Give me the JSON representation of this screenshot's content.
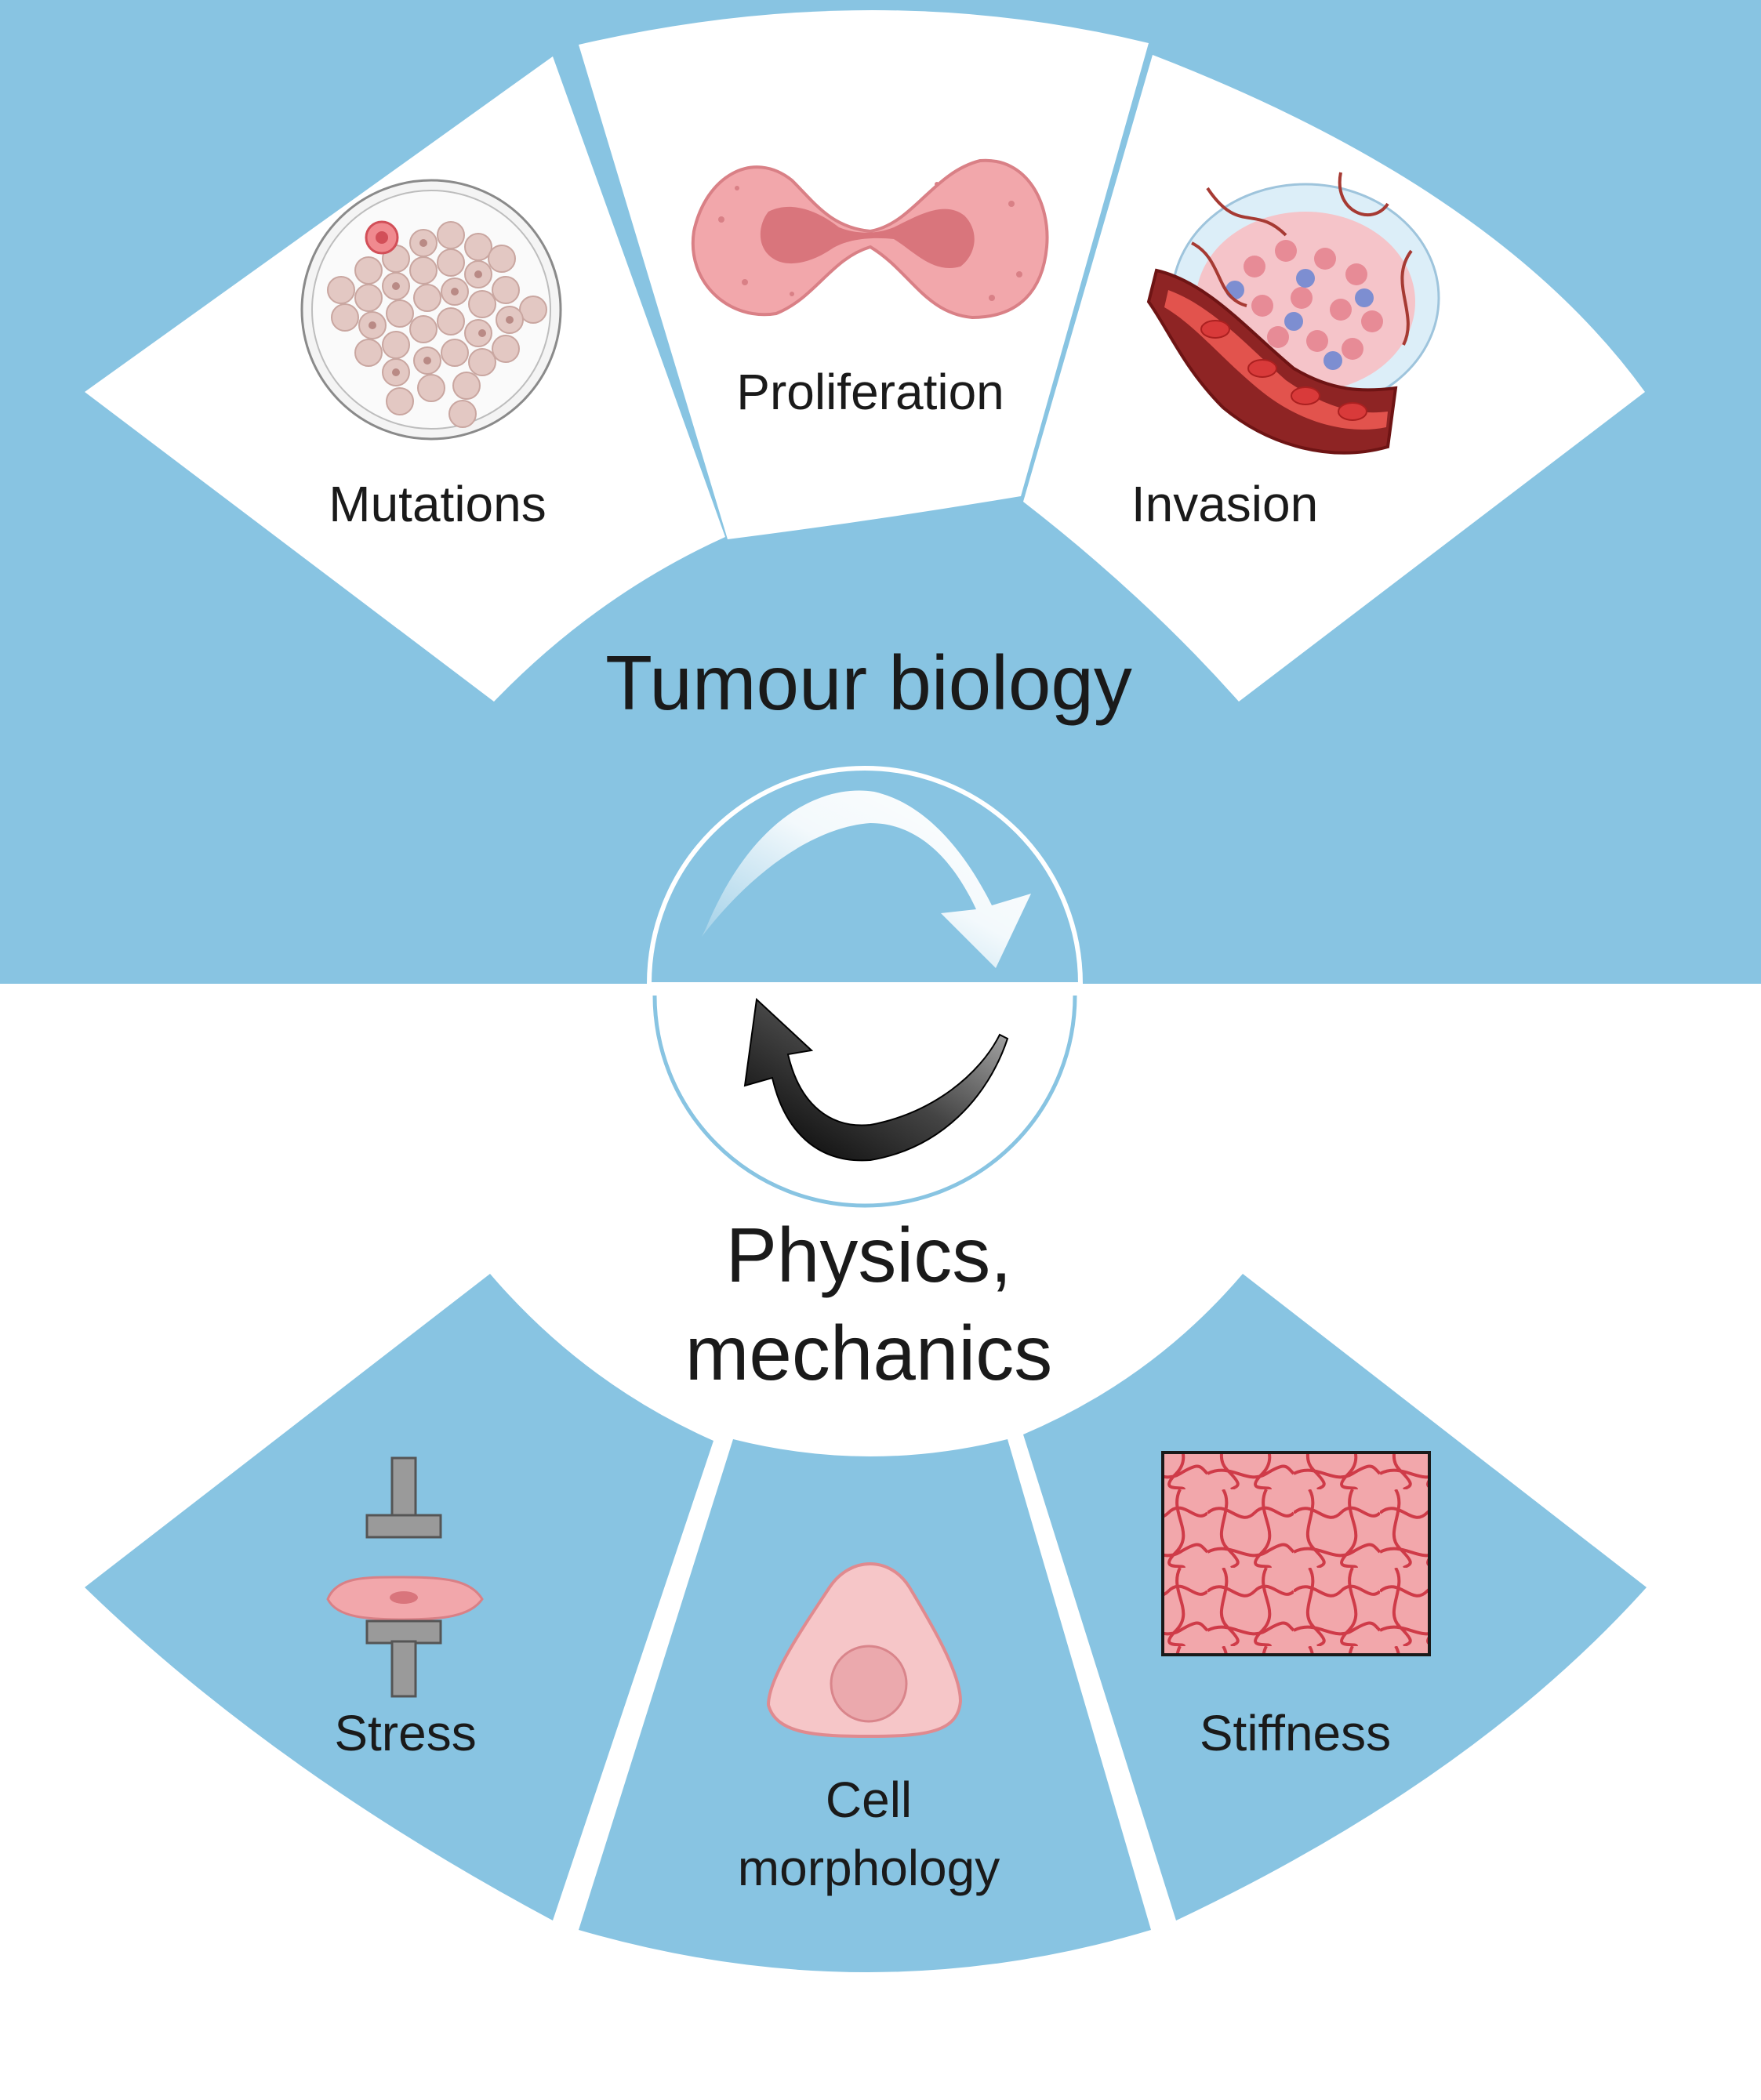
{
  "top_section": {
    "title": "Tumour biology",
    "segments": [
      {
        "label": "Mutations",
        "icon": "petri-dish-icon"
      },
      {
        "label": "Proliferation",
        "icon": "dividing-cell-icon"
      },
      {
        "label": "Invasion",
        "icon": "tumor-vessel-icon"
      }
    ]
  },
  "bottom_section": {
    "title_line1": "Physics,",
    "title_line2": "mechanics",
    "segments": [
      {
        "label": "Stress",
        "icon": "compressed-cell-icon"
      },
      {
        "label_line1": "Cell",
        "label_line2": "morphology",
        "icon": "triangular-cell-icon"
      },
      {
        "label": "Stiffness",
        "icon": "fiber-mesh-icon"
      }
    ]
  },
  "center": {
    "icon": "cycle-arrows-icon"
  },
  "colors": {
    "blue": "#88c4e2",
    "white": "#ffffff",
    "text": "#1a1a1a",
    "cell_pink": "#f2a7ab",
    "cell_dark": "#d9757c"
  }
}
